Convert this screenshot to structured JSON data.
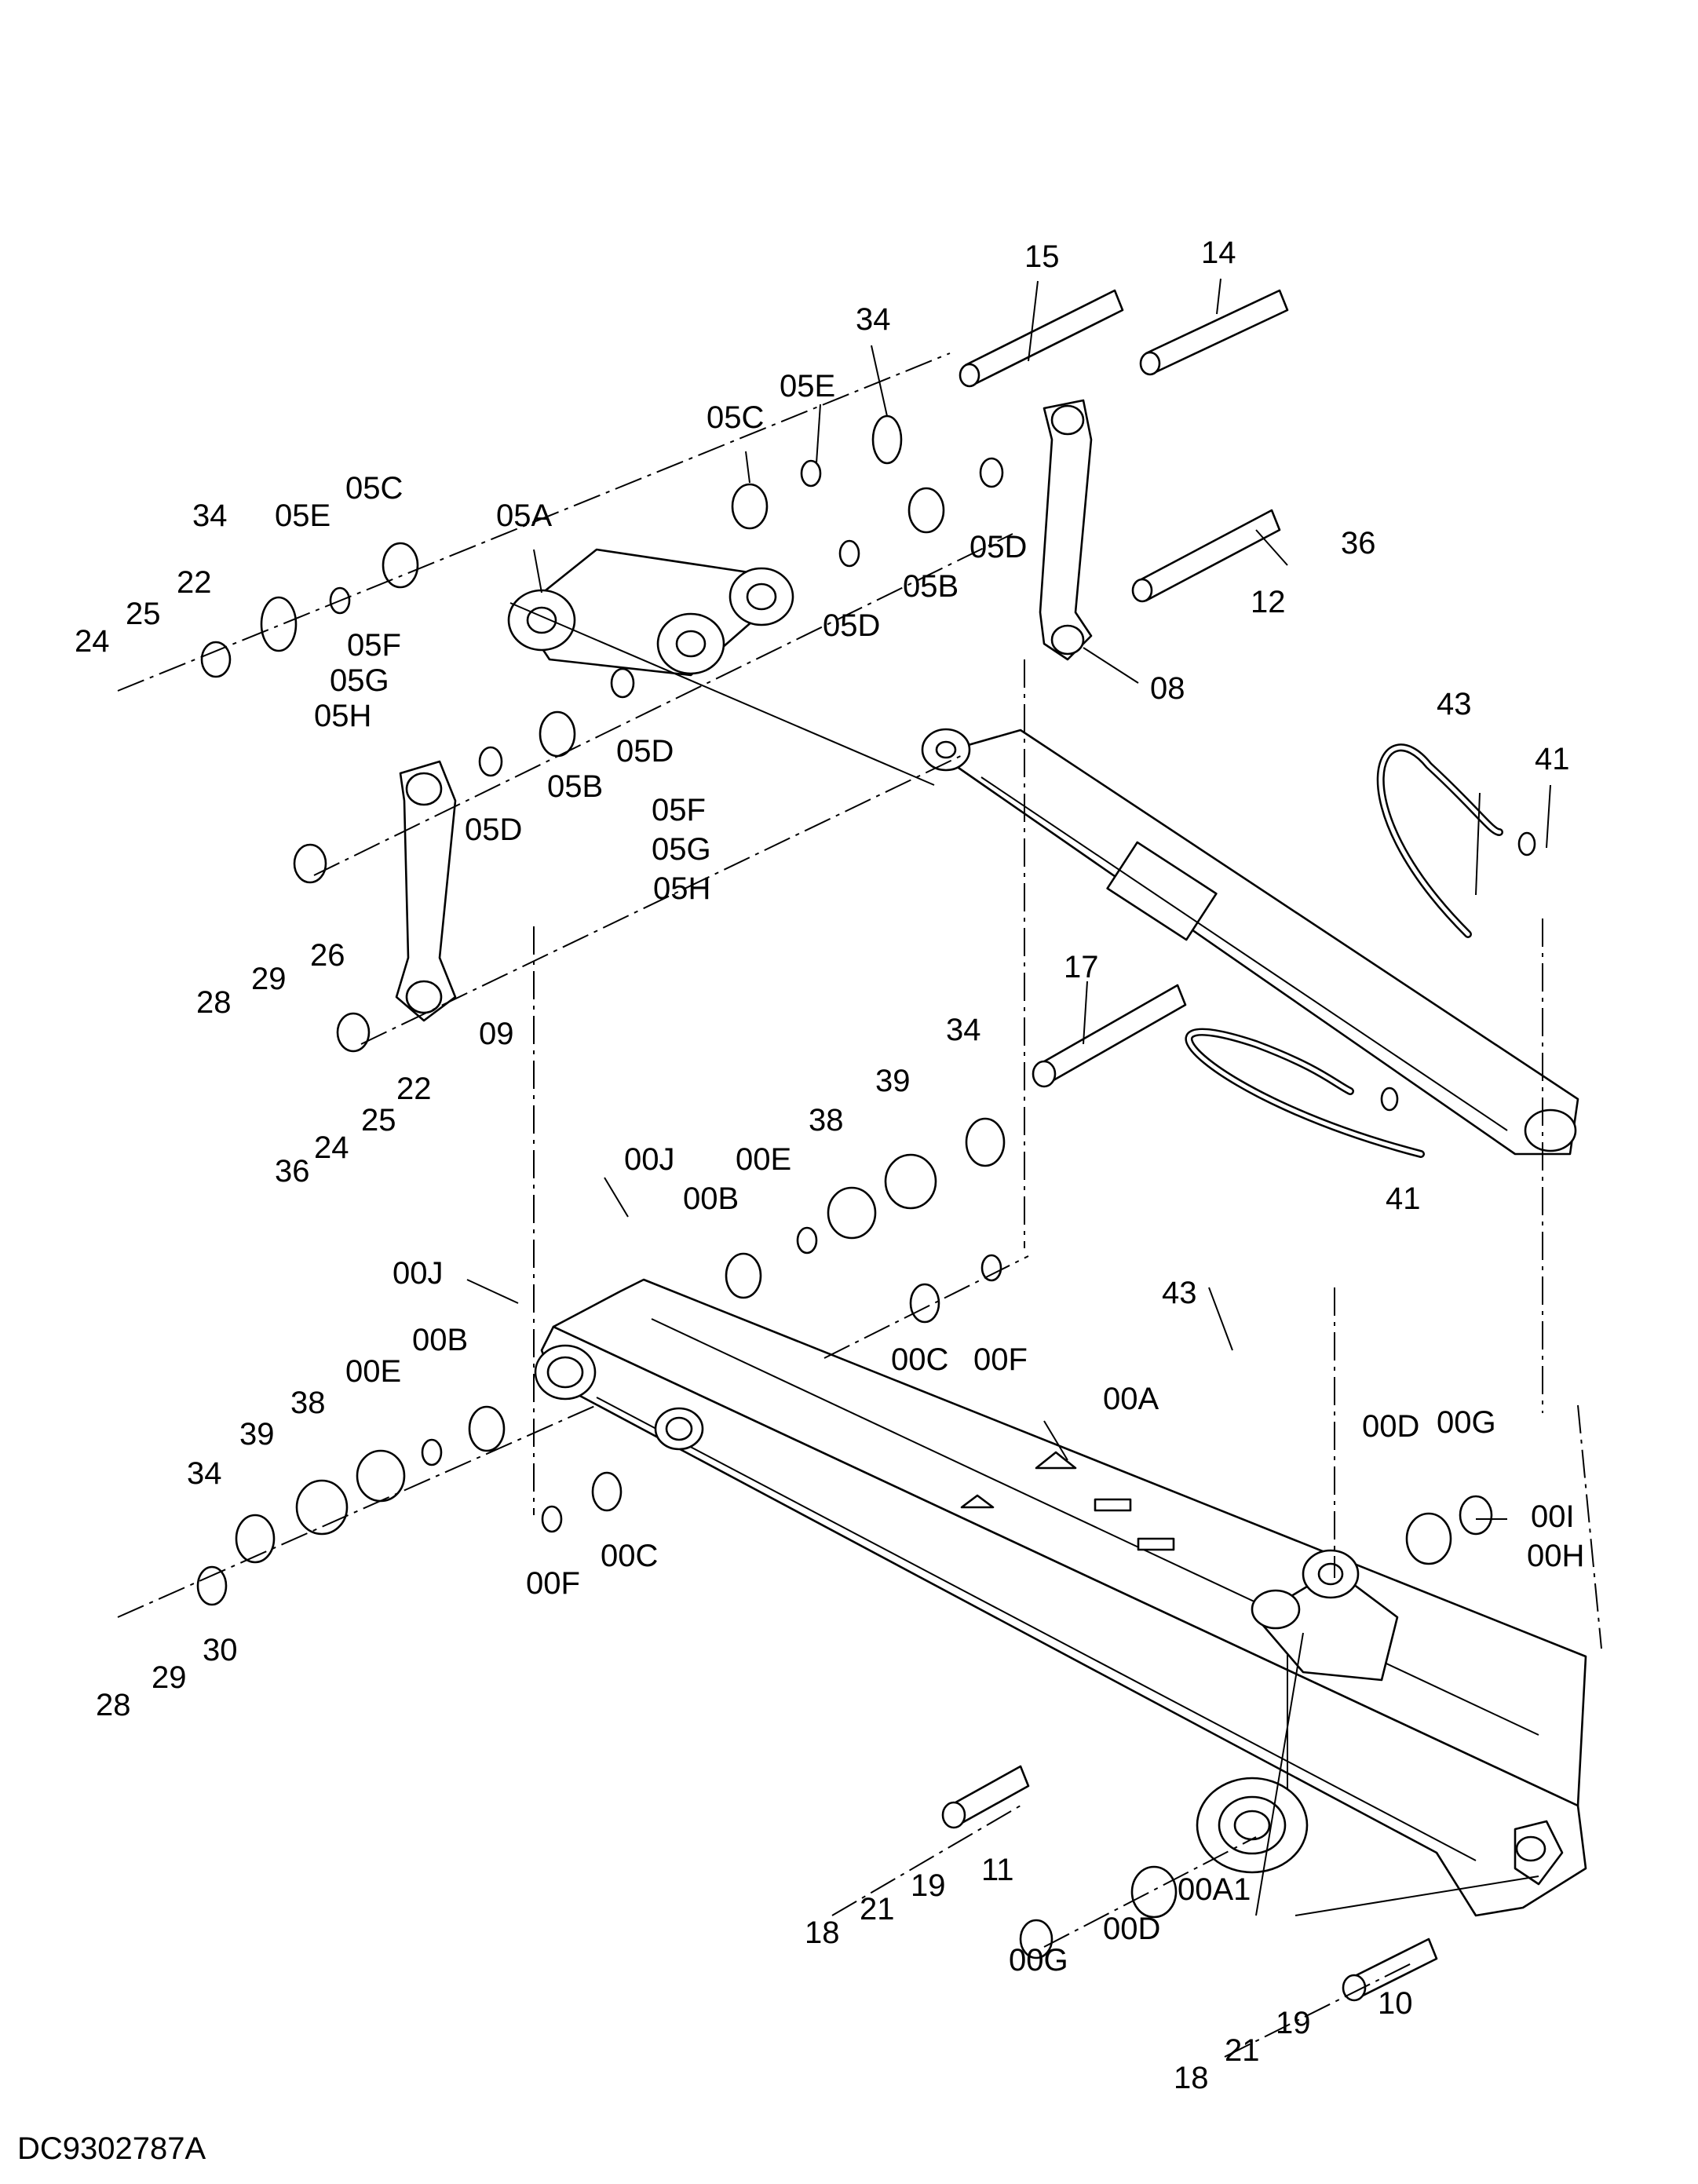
{
  "drawing_id": "DC9302787A",
  "callouts": [
    "15",
    "14",
    "34",
    "05E",
    "05C",
    "05C",
    "34",
    "05E",
    "05A",
    "22",
    "25",
    "24",
    "05F",
    "05G",
    "05H",
    "05D",
    "05D",
    "05B",
    "05D",
    "05B",
    "05F",
    "05G",
    "05H",
    "05D",
    "36",
    "12",
    "08",
    "43",
    "41",
    "17",
    "34",
    "39",
    "38",
    "00E",
    "00J",
    "00B",
    "26",
    "29",
    "28",
    "09",
    "22",
    "25",
    "24",
    "36",
    "00J",
    "00C",
    "00F",
    "00A",
    "00D",
    "00G",
    "00I",
    "00H",
    "00B",
    "00E",
    "38",
    "39",
    "34",
    "00F",
    "00C",
    "30",
    "29",
    "28",
    "41",
    "43",
    "11",
    "19",
    "21",
    "18",
    "00D",
    "00G",
    "00A1",
    "10",
    "19",
    "21",
    "18"
  ]
}
